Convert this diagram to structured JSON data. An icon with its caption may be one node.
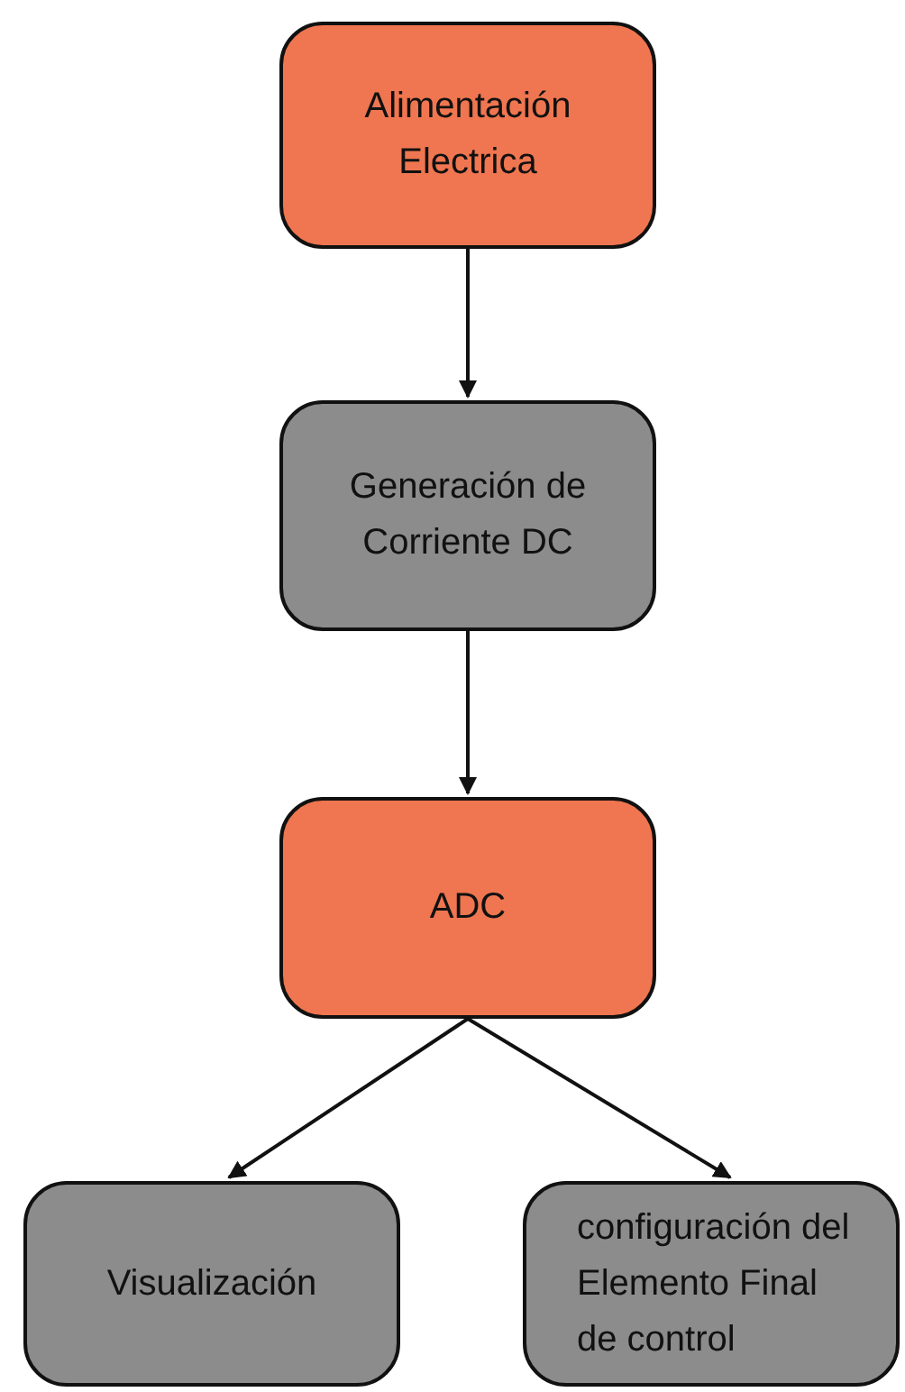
{
  "diagram": {
    "nodes": [
      {
        "text": [
          "Alimentación Electrica"
        ]
      },
      {
        "text": [
          "Generación de Corriente DC"
        ]
      },
      {
        "text": [
          "ADC"
        ]
      },
      {
        "text": [
          "Visualización"
        ]
      },
      {
        "text": [
          "configuración del Elemento Final de control"
        ]
      }
    ],
    "edges": [
      {
        "from": 0,
        "to": 1,
        "arrow": "to"
      },
      {
        "from": 1,
        "to": 2,
        "arrow": "to"
      },
      {
        "from": 2,
        "to": 3,
        "arrow": "to"
      },
      {
        "from": 2,
        "to": 4,
        "arrow": "to"
      }
    ]
  }
}
